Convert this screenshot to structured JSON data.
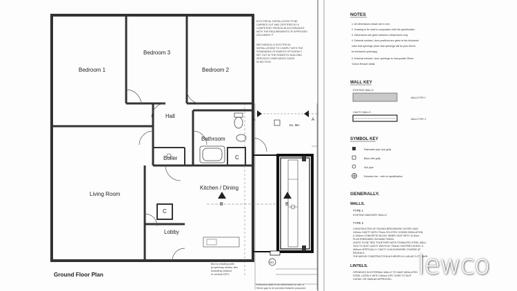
{
  "plan": {
    "title": "Ground Floor Plan",
    "rooms": {
      "bedroom1": "Bedroom 1",
      "bedroom2": "Bedroom 2",
      "bedroom3": "Bedroom 3",
      "hall": "Hall",
      "bathroom": "Bathroom",
      "boiler": "Boiler",
      "cupboard_c1": "C",
      "cupboard_c2": "C",
      "living": "Living Room",
      "kitchen": "Kitchen / Dining",
      "lobby": "Lobby"
    },
    "section_marks": {
      "b1": "B",
      "b2": "B",
      "a1": "A",
      "a2": "A"
    },
    "labels": {
      "ex_mh": "Ex. MH",
      "w1": "W1",
      "new_wall_note": [
        "New cavity walls to be",
        "tied to existing with",
        "proprietary starter ties",
        "including chased",
        "in vertical DPC."
      ],
      "electrical_note": [
        "ELECTRICAL INSTALLATION TO BE",
        "CARRIED OUT AND CERTIFIED BY A",
        "COMPETENT PERSON IN ACCORDANCE",
        "WITH THE REQUIREMENTS OF APPROVED",
        "DOCUMENT P"
      ],
      "mechanical_note": [
        "MECHANICAL & ELECTRICAL",
        "INSTALLATIONS TO COMPLY WITH THE",
        "STANDARDS OF ENERGY EFFICIENCY",
        "SET OUT IN THE DOMESTIC BUILDING",
        "SERVICES COMPLIANCE GUIDE",
        "IN SECTION"
      ],
      "bottom_note": [
        "Extension width to be determined on site, a",
        "50mm gap to be provided between proposed"
      ]
    }
  },
  "notes": {
    "heading": "NOTES",
    "items": [
      "1.  All dimensions shown are in mm.",
      "2.  Drawing to be read in conjunction with the specification.",
      "3.  Dimensions are given between critical faces only.",
      "4.  External window / door positions are given to the brickwork",
      "     outer leaf openings (inner leaf openings will be plus 50mm",
      "     for brickwork openings).",
      "5.  External window / door openings to incorporate 25mm",
      "     'Check Reveal' detail."
    ]
  },
  "wall_key": {
    "heading": "WALL KEY",
    "existing_label": "EXISTING WALLS",
    "existing_type": "WALLTYPE 1",
    "cavity_label": "CAVITY WALLS",
    "cavity_type": "WALLTYPE 2"
  },
  "symbol_key": {
    "heading": "SYMBOL KEY",
    "items": [
      "Rainwater pipe and gully",
      "Back inlet gully",
      "Soil pipe",
      "Extractor fan - refer to specification"
    ]
  },
  "generally": {
    "heading": "GENERALLY.",
    "walls_heading": "WALLS.",
    "type1": "TYPE 1",
    "type1_desc": "EXISTING MASONRY WALLS",
    "type2": "TYPE 2",
    "type2_desc": [
      "CONSTRUCTED OF FACING BRICKWORK OUTER LEAF,",
      "100mm CAVITY WITH 75mm CELOTEX CG5000 INSULATION",
      "& 100mm CONCRETE BLOCK INNER LEAF WITH 12.5mm",
      "PLASTERBOARD ON DABS FINISH.",
      "LEAFS TO BE TIED TOGETHER WITH STAINLESS STEEL WALL",
      "TIES TO SUIT CAVITY WIDTH AT 750mm CENTRES HORIZ. &",
      "450mm VERTICALLY. CAVITY & BLOCKWORK COURSE AT",
      "REVEALS.",
      "THE ABOVE CONSTRUCTION ACHIEVES A U-VALUE 0.27 W/m²K"
    ],
    "lintels_heading": "LINTELS.",
    "lintels_desc": [
      "OPENINGS IN EXTERNAL WALLS TO HAVE INSULATED",
      "STEEL LINTELS WITH 150mm DPC OVER TO SUIT",
      "CATNIC OR SIMILAR APPROVED."
    ]
  },
  "logo": {
    "text": "lewco"
  }
}
